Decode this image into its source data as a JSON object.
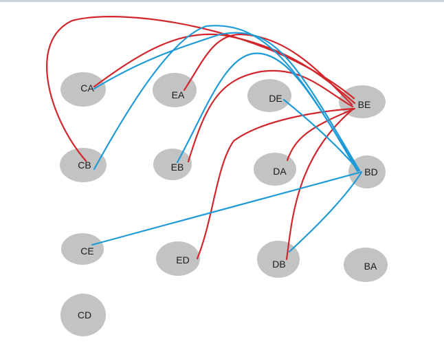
{
  "colors": {
    "node_fill": "#c3c3c3",
    "red_edge": "#d1262b",
    "blue_edge": "#1e9bd7",
    "label": "#1a1a1a",
    "top_bar": "#c9d0dc"
  },
  "nodes": [
    {
      "id": "CA",
      "label": "CA"
    },
    {
      "id": "EA",
      "label": "EA"
    },
    {
      "id": "DE",
      "label": "DE"
    },
    {
      "id": "BE",
      "label": "BE"
    },
    {
      "id": "CB",
      "label": "CB"
    },
    {
      "id": "EB",
      "label": "EB"
    },
    {
      "id": "DA",
      "label": "DA"
    },
    {
      "id": "BD",
      "label": "BD"
    },
    {
      "id": "CE",
      "label": "CE"
    },
    {
      "id": "ED",
      "label": "ED"
    },
    {
      "id": "DB",
      "label": "DB"
    },
    {
      "id": "BA",
      "label": "BA"
    },
    {
      "id": "CD",
      "label": "CD"
    }
  ],
  "edges": [
    {
      "from": "CA",
      "to": "BE",
      "color": "red"
    },
    {
      "from": "CB",
      "to": "BE",
      "color": "red"
    },
    {
      "from": "EA",
      "to": "BE",
      "color": "red"
    },
    {
      "from": "EB",
      "to": "BE",
      "color": "red"
    },
    {
      "from": "DA",
      "to": "BE",
      "color": "red"
    },
    {
      "from": "ED",
      "to": "BE",
      "color": "red"
    },
    {
      "from": "DB",
      "to": "BE",
      "color": "red"
    },
    {
      "from": "CA",
      "to": "BD",
      "color": "blue"
    },
    {
      "from": "CB",
      "to": "BD",
      "color": "blue"
    },
    {
      "from": "EB",
      "to": "BD",
      "color": "blue"
    },
    {
      "from": "DE",
      "to": "BD",
      "color": "blue"
    },
    {
      "from": "CE",
      "to": "BD",
      "color": "blue"
    },
    {
      "from": "DB",
      "to": "BD",
      "color": "blue"
    }
  ]
}
